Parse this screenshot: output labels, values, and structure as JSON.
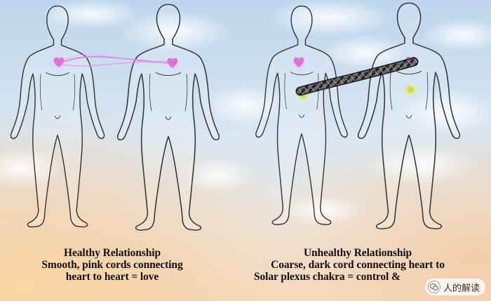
{
  "healthy": {
    "title": "Healthy Relationship",
    "line1": "Smooth, pink cords connecting",
    "line2": "heart to heart = love"
  },
  "unhealthy": {
    "title": "Unhealthy Relationship",
    "line1": "Coarse, dark cord connecting heart to",
    "line2": "Solar plexus chakra = control & "
  },
  "watermark": {
    "text": "人的解读",
    "icon": "wechat-icon"
  },
  "colors": {
    "heart": "#e070d8",
    "pink_cord": "#e27fe4",
    "dark_cord": "#303030",
    "solar_plexus": "#d2e04a",
    "sky_blue": "#cfe0ef",
    "sunset_orange": "#f3c38e"
  }
}
